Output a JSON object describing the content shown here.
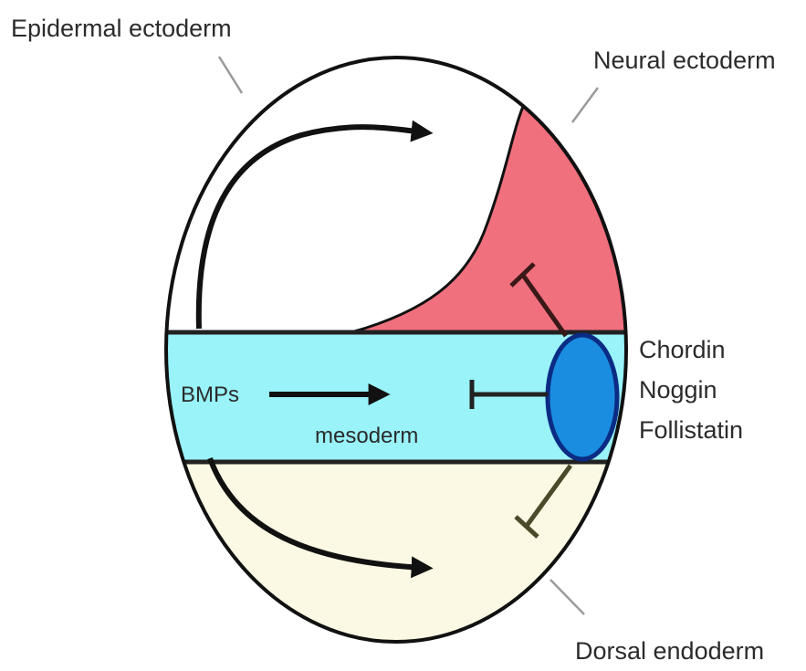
{
  "labels": {
    "epidermal_ectoderm": "Epidermal ectoderm",
    "neural_ectoderm": "Neural ectoderm",
    "chordin": "Chordin",
    "noggin": "Noggin",
    "follistatin": "Follistatin",
    "bmps": "BMPs",
    "mesoderm": "mesoderm",
    "dorsal_endoderm": "Dorsal endoderm"
  },
  "colors": {
    "neural_ectoderm_fill": "#f0707e",
    "mesoderm_fill": "#99f3f9",
    "endoderm_fill": "#fbf9e3",
    "organizer_fill": "#1b8de0",
    "organizer_stroke": "#0b2c84",
    "outline": "#111111",
    "leader_line": "#9a9a9a"
  },
  "icons": [
    "arrow-icon",
    "inhibition-bar-icon"
  ]
}
